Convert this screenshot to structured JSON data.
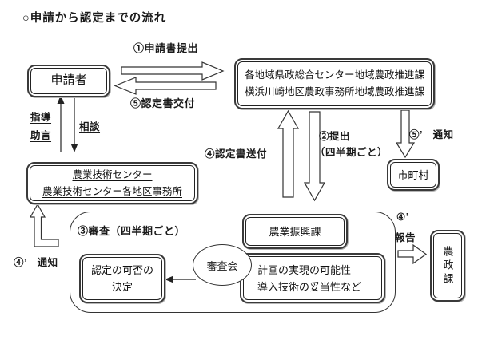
{
  "title": "○申請から認定までの流れ",
  "nodes": {
    "applicant": "申請者",
    "pref_center": {
      "line1": "各地域県政総合センター地域農政推進課",
      "line2": "横浜川崎地区農政事務所地域農政推進課"
    },
    "agri_tech_center": {
      "line1": "農業技術センター",
      "line2": "農業技術センター各地区事務所"
    },
    "municipality": "市町村",
    "agri_promotion_division": "農業振興課",
    "decision": {
      "line1": "認定の可否の",
      "line2": "決定"
    },
    "review_committee": "審査会",
    "criteria": {
      "line1": "計画の実現の可能性",
      "line2": "導入技術の妥当性など"
    },
    "agri_policy_division": "農政課"
  },
  "labels": {
    "step1_submit": "①申請書提出",
    "step5_issue": "⑤認定書交付",
    "guidance": "指導",
    "advice": "助言",
    "consultation": "相談",
    "step4_send": "④認定書送付",
    "step2_submit": "②提出",
    "step2_quarterly": "（四半期ごと）",
    "step5b_notice": "⑤’　通知",
    "step3_review": "③審査（四半期ごと）",
    "step4b_notice": "④’　通知",
    "step4b_mark": "④’",
    "report": "報告"
  },
  "colors": {
    "ink": "#1a1a1a",
    "line": "#333333",
    "background": "#ffffff"
  }
}
